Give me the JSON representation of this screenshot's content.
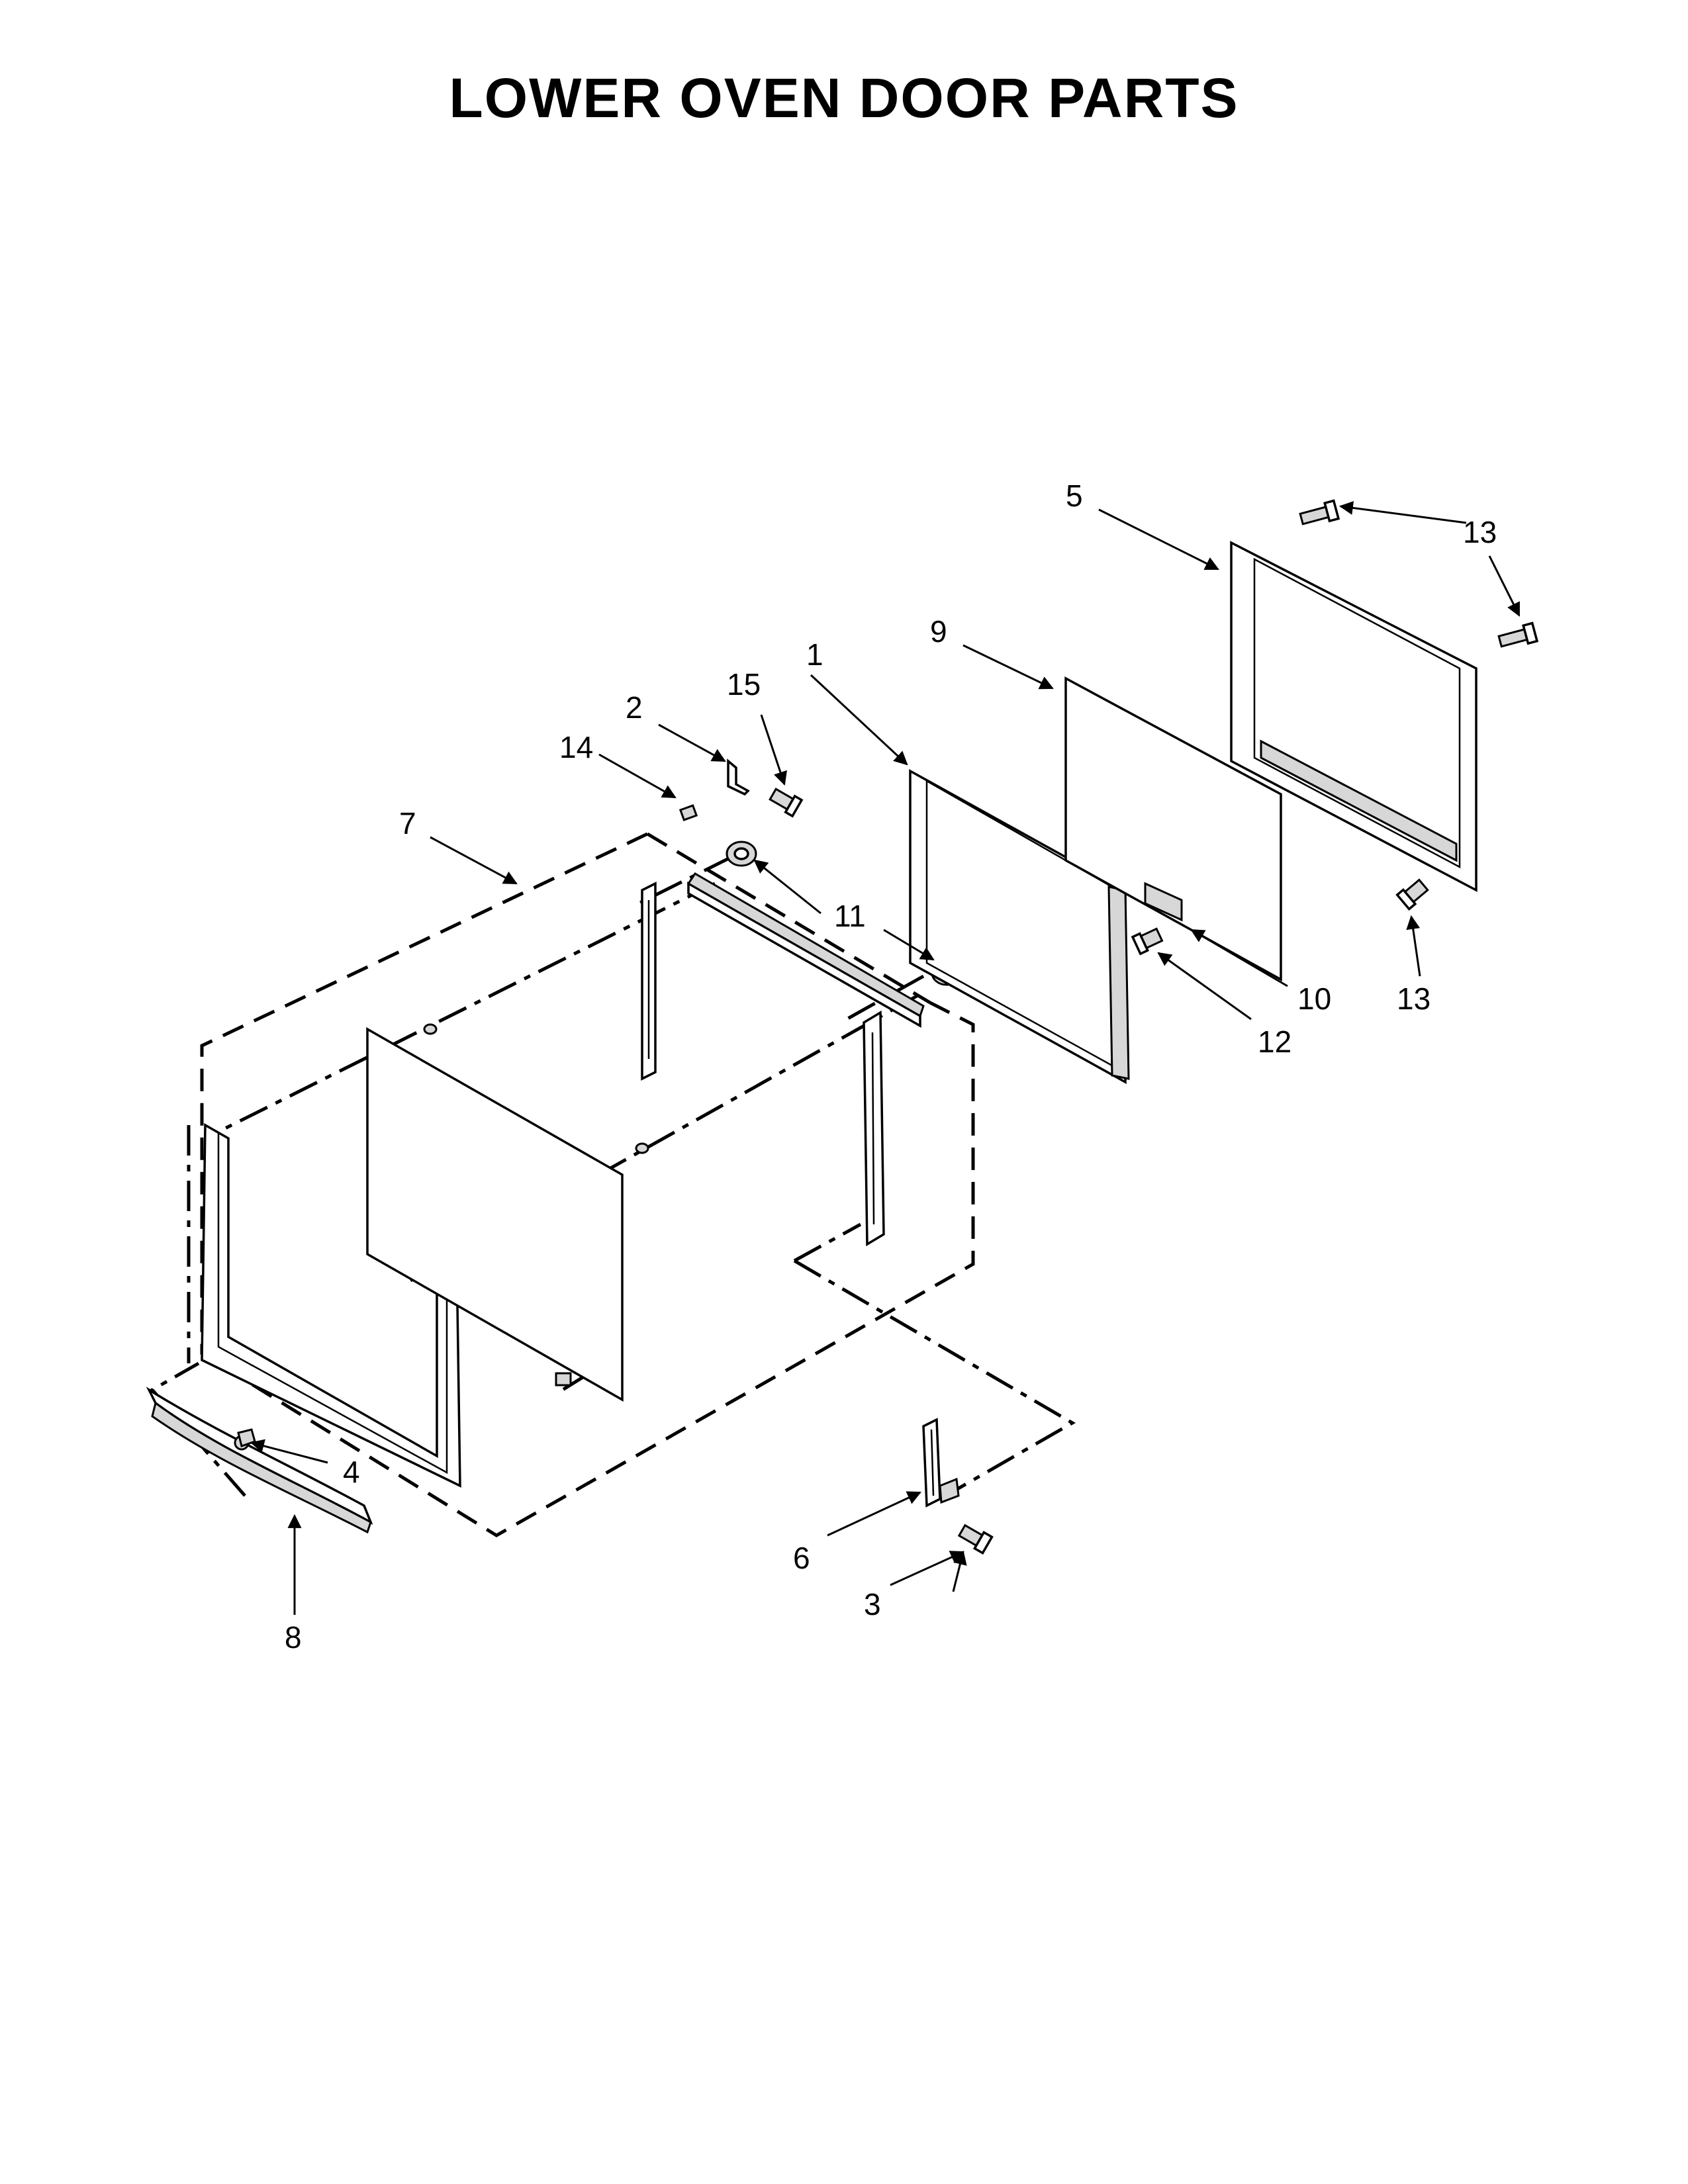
{
  "title": "LOWER OVEN DOOR PARTS",
  "callouts": [
    {
      "id": "c1",
      "label": "1"
    },
    {
      "id": "c2",
      "label": "2"
    },
    {
      "id": "c3",
      "label": "3"
    },
    {
      "id": "c4",
      "label": "4"
    },
    {
      "id": "c5",
      "label": "5"
    },
    {
      "id": "c6",
      "label": "6"
    },
    {
      "id": "c7",
      "label": "7"
    },
    {
      "id": "c8",
      "label": "8"
    },
    {
      "id": "c9",
      "label": "9"
    },
    {
      "id": "c10",
      "label": "10"
    },
    {
      "id": "c11",
      "label": "11"
    },
    {
      "id": "c12",
      "label": "12"
    },
    {
      "id": "c13a",
      "label": "13"
    },
    {
      "id": "c13b",
      "label": "13"
    },
    {
      "id": "c14",
      "label": "14"
    },
    {
      "id": "c15",
      "label": "15"
    }
  ]
}
